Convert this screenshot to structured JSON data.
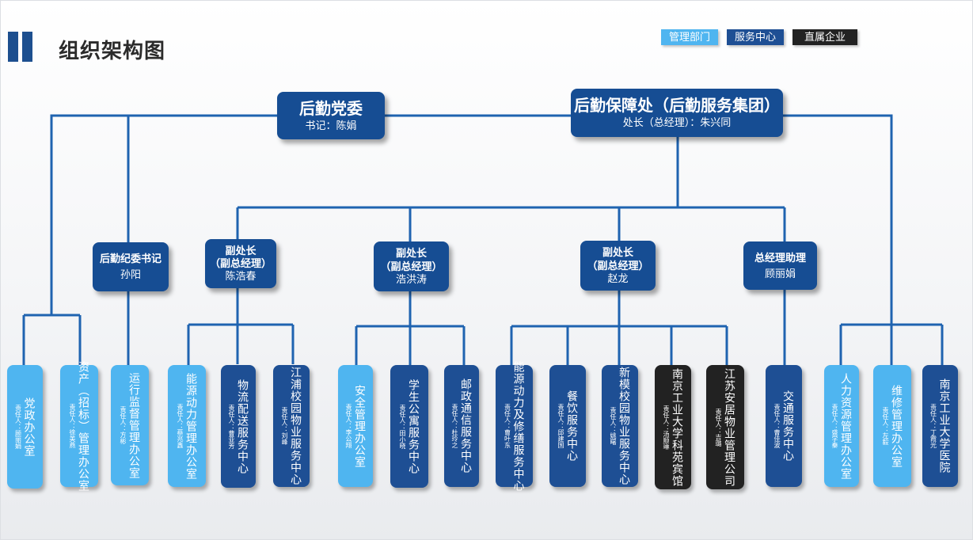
{
  "header": {
    "title": "组织架构图"
  },
  "legend": {
    "mgmt": "管理部门",
    "svc": "服务中心",
    "dir": "直属企业"
  },
  "colors": {
    "mgmt": "#4fb5f0",
    "svc": "#1e4f94",
    "dir": "#222222",
    "line": "#1f63b0"
  },
  "top": [
    {
      "title": "后勤党委",
      "sub": "书记：陈娟"
    },
    {
      "title": "后勤保障处（后勤服务集团）",
      "sub": "处长（总经理）：朱兴同"
    }
  ],
  "middle": [
    {
      "title": "后勤纪委书记",
      "sub": "孙阳"
    },
    {
      "title": "副处长\n（副总经理）",
      "sub": "陈浩春"
    },
    {
      "title": "副处长\n（副总经理）",
      "sub": "浩洪涛"
    },
    {
      "title": "副处长\n（副总经理）",
      "sub": "赵龙"
    },
    {
      "title": "总经理助理",
      "sub": "顾丽娟"
    }
  ],
  "departments": [
    {
      "name": "党政办公室",
      "resp": "责任人：顾丽娟",
      "type": "mgmt"
    },
    {
      "name": "资产（招标）管理办公室",
      "resp": "责任人：徐美燕",
      "type": "mgmt"
    },
    {
      "name": "运行监督管理办公室",
      "resp": "责任人：方彬",
      "type": "mgmt"
    },
    {
      "name": "能源动力管理办公室",
      "resp": "责任人：蔡兆鑫",
      "type": "mgmt"
    },
    {
      "name": "物流配送服务中心",
      "resp": "责任人：曹亚芳",
      "type": "svc"
    },
    {
      "name": "江浦校园物业服务中心",
      "resp": "责任人：刘峰",
      "type": "svc"
    },
    {
      "name": "安全管理办公室",
      "resp": "责任人：李公翔",
      "type": "mgmt"
    },
    {
      "name": "学生公寓服务中心",
      "resp": "责任人：田小晓",
      "type": "svc"
    },
    {
      "name": "邮政通信服务中心",
      "resp": "责任人：杜玲之",
      "type": "svc"
    },
    {
      "name": "能源动力及修缮服务中心",
      "resp": "责任人：曹叶东",
      "type": "svc"
    },
    {
      "name": "餐饮服务中心",
      "resp": "责任人：邱建国",
      "type": "svc"
    },
    {
      "name": "新模校园物业服务中心",
      "resp": "责任人：姚曙",
      "type": "svc"
    },
    {
      "name": "南京工业大学科苑宾馆",
      "resp": "责任人：汤顺琳",
      "type": "dir"
    },
    {
      "name": "江苏安居物业管理公司",
      "resp": "责任人：吉璐",
      "type": "dir"
    },
    {
      "name": "交通服务中心",
      "resp": "责任人：曹佳波",
      "type": "svc"
    },
    {
      "name": "人力资源管理办公室",
      "resp": "责任人：盛学秦",
      "type": "mgmt"
    },
    {
      "name": "维修管理办公室",
      "resp": "责任人：左毅",
      "type": "mgmt"
    },
    {
      "name": "南京工业大学医院",
      "resp": "责任人：丁霞光",
      "type": "svc"
    }
  ]
}
